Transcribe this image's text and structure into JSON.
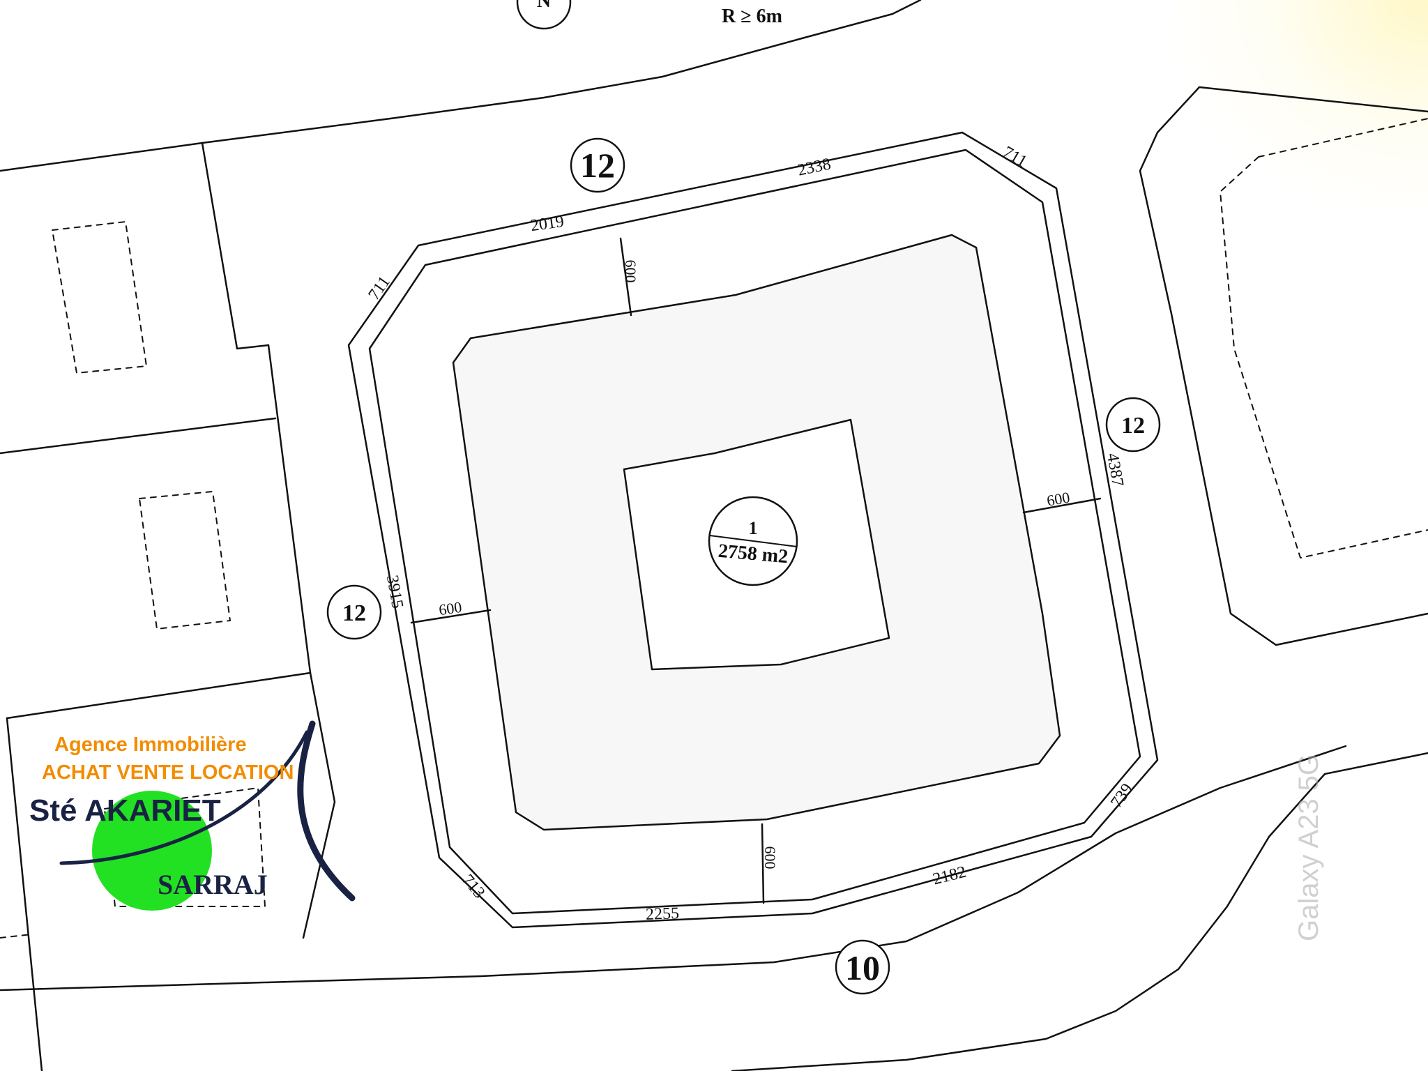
{
  "plan": {
    "north_label": "N",
    "radius_note": "R ≥ 6m",
    "lot_number": "1",
    "lot_area": "2758 m2",
    "road_widths": {
      "north": "12",
      "east": "12",
      "west": "12",
      "south": "10"
    },
    "dimensions": {
      "north_west_segment": "2019",
      "north_east_segment": "2338",
      "north_east_corner": "711",
      "north_west_corner": "711",
      "east_side": "4387",
      "south_east_corner": "739",
      "south_east_segment": "2182",
      "south_west_segment": "2255",
      "south_west_corner": "713",
      "west_side": "3915",
      "setback_north": "600",
      "setback_east": "600",
      "setback_south": "600",
      "setback_west": "600"
    }
  },
  "logo": {
    "line1": "Agence Immobilière",
    "line2": "ACHAT VENTE LOCATION",
    "company": "Sté AKARIET",
    "name": "SARRAJ",
    "circle_color": "#22e022",
    "text_color_orange": "#f28c00",
    "text_color_navy": "#1a2244"
  },
  "watermark": "Galaxy A23 5G"
}
